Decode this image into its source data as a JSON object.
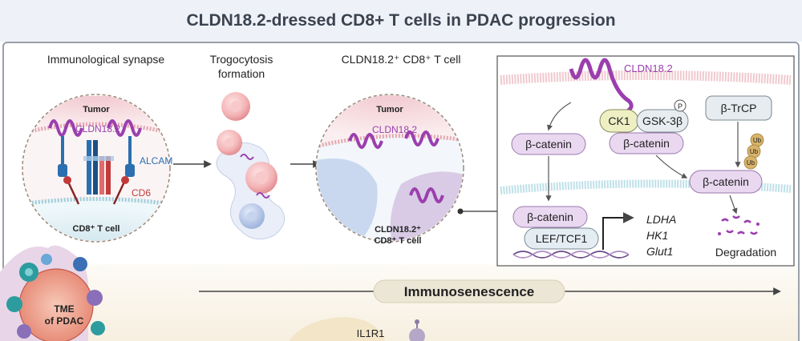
{
  "title": "CLDN18.2-dressed CD8+ T cells in PDAC progression",
  "panels": {
    "synapse": {
      "heading": "Immunological synapse",
      "tumor_label": "Tumor",
      "cldn_label": "CLDN18.2",
      "alcam_label": "ALCAM",
      "cd6_label": "CD6",
      "tcell_label": "CD8⁺ T cell"
    },
    "trogocytosis": {
      "heading_line1": "Trogocytosis",
      "heading_line2": "formation"
    },
    "cldn_cell": {
      "heading": "CLDN18.2⁺ CD8⁺ T cell",
      "tumor_label": "Tumor",
      "cldn_label": "CLDN18.2",
      "cell_label_line1": "CLDN18.2⁺",
      "cell_label_line2": "CD8⁺ T cell"
    },
    "pathway": {
      "cldn_label": "CLDN18.2",
      "ck1_label": "CK1",
      "gsk_label": "GSK-3β",
      "p_label": "P",
      "btrcp_label": "β-TrCP",
      "ub_label": "Ub",
      "bcat_free": "β-catenin",
      "bcat_complex": "β-catenin",
      "bcat_degrade": "β-catenin",
      "bcat_nuclear": "β-catenin",
      "lef_label": "LEF/TCF1",
      "genes": [
        "LDHA",
        "HK1",
        "Glut1"
      ],
      "degradation_label": "Degradation"
    }
  },
  "bottom": {
    "tme_line1": "TME",
    "tme_line2": "of PDAC",
    "immunosenescence_label": "Immunosenescence",
    "il1r1_label": "IL1R1"
  },
  "colors": {
    "cldn": "#9a3fae",
    "alcam": "#2c6fb0",
    "cd6": "#c23a3a",
    "title_bg": "#eef2f8",
    "membrane": "#e8b6be",
    "bcat_pill": "#e9d8f0",
    "ck1_pill": "#eef0c4",
    "ub": "#d8b36a"
  }
}
